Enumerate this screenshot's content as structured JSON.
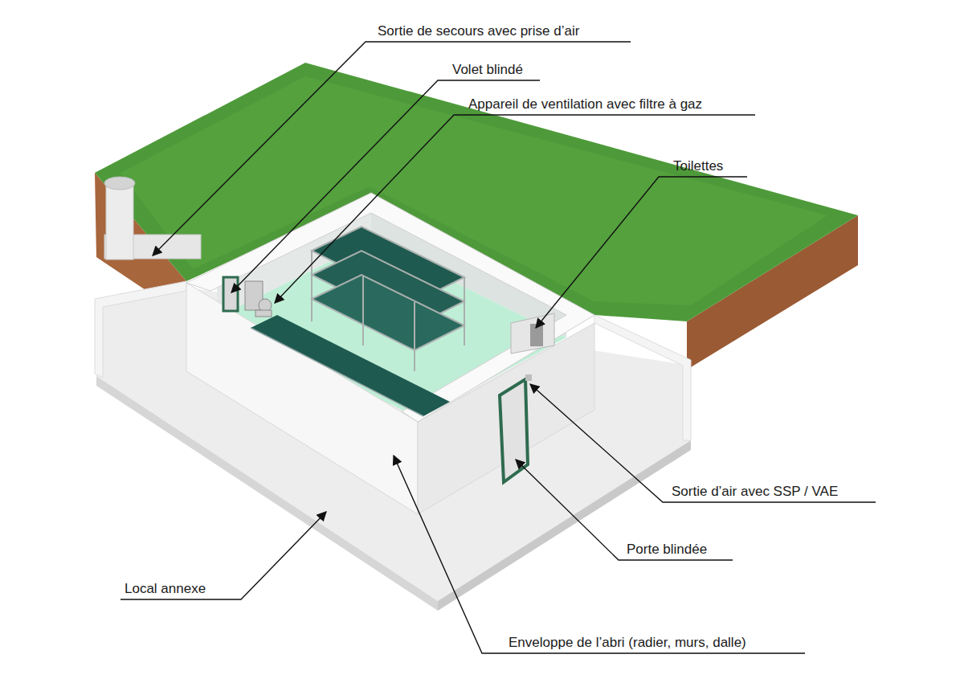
{
  "diagram": {
    "labels": [
      "Sortie de secours avec prise d’air",
      "Volet blindé",
      "Appareil de ventilation avec filtre à gaz",
      "Toilettes",
      "Sortie d’air avec SSP / VAE",
      "Porte blindée",
      "Local annexe",
      "Enveloppe de l’abri (radier, murs, dalle)"
    ]
  }
}
